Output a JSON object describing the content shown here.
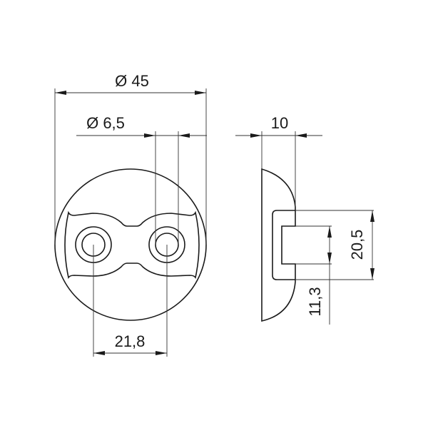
{
  "dimensions": {
    "outer_diameter": "Ø 45",
    "hole_diameter": "Ø 6,5",
    "hole_spacing": "21,8",
    "depth": "10",
    "slot_height": "20,5",
    "slot_inner": "11,3"
  }
}
